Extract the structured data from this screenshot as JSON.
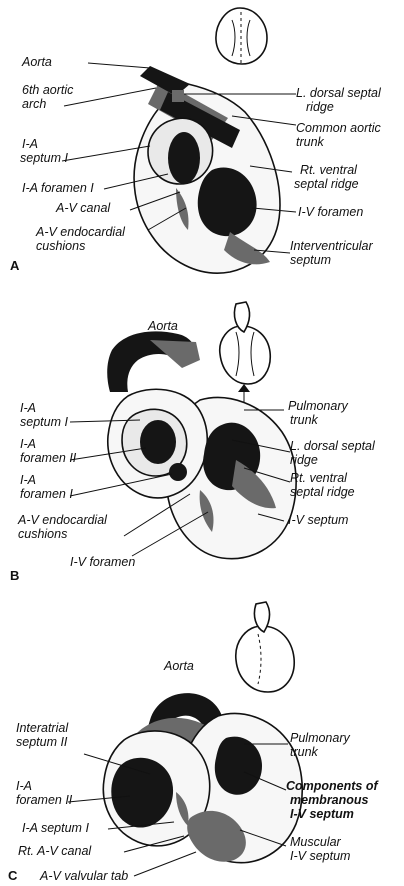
{
  "panels": [
    {
      "letter": "A",
      "labels": [
        "Aorta",
        "6th aortic",
        "arch",
        "I-A",
        "septum I",
        "I-A foramen I",
        "A-V canal",
        "A-V endocardial",
        "cushions",
        "L. dorsal septal",
        "ridge",
        "Common aortic",
        "trunk",
        "Rt. ventral",
        "septal ridge",
        "I-V foramen",
        "Interventricular",
        "septum"
      ]
    },
    {
      "letter": "B",
      "labels": [
        "Aorta",
        "I-A",
        "septum I",
        "I-A",
        "foramen II",
        "I-A",
        "foramen I",
        "A-V endocardial",
        "cushions",
        "I-V foramen",
        "Pulmonary",
        "trunk",
        "L. dorsal septal",
        "ridge",
        "Rt. ventral",
        "septal ridge",
        "I-V septum"
      ]
    },
    {
      "letter": "C",
      "labels": [
        "Aorta",
        "Interatrial",
        "septum II",
        "I-A",
        "foramen II",
        "I-A septum I",
        "Rt. A-V canal",
        "A-V valvular tab",
        "Pulmonary",
        "trunk",
        "Components of",
        "membranous",
        "I-V septum",
        "Muscular",
        "I-V septum"
      ]
    }
  ]
}
